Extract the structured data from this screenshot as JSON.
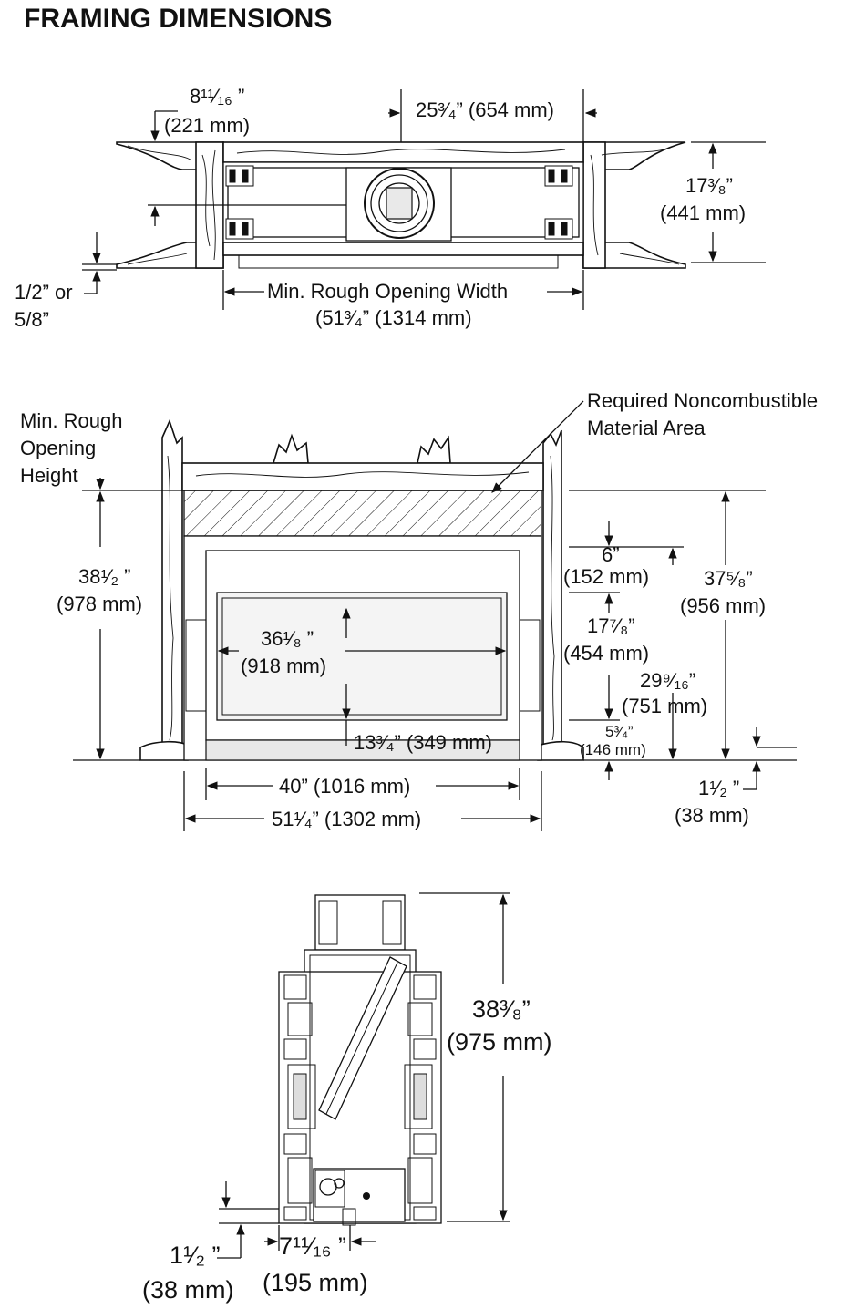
{
  "title": "FRAMING DIMENSIONS",
  "top_view": {
    "dim_side_offset": [
      "8¹¹⁄₁₆ ”",
      "(221 mm)"
    ],
    "dim_vent_center": "25³⁄₄” (654 mm)",
    "dim_depth": [
      "17³⁄₈”",
      "(441 mm)"
    ],
    "dim_drywall": [
      "1/2” or",
      "5/8”"
    ],
    "dim_rough_width": [
      "Min. Rough Opening Width",
      "(51³⁄₄” (1314 mm)"
    ]
  },
  "front_view": {
    "label_rough_height": [
      "Min. Rough",
      "Opening",
      "Height"
    ],
    "label_noncombustible": [
      "Required Noncombustible",
      "Material Area"
    ],
    "dim_rough_height": [
      "38¹⁄₂ ”",
      "(978 mm)"
    ],
    "dim_glass_width": [
      "36¹⁄₈ ”",
      "(918 mm)"
    ],
    "dim_glass_height": "13³⁄₄” (349 mm)",
    "dim_top_gap": [
      "6”",
      "(152 mm)"
    ],
    "dim_17_7_8": [
      "17⁷⁄₈”",
      "(454 mm)"
    ],
    "dim_29_9_16": [
      "29⁹⁄₁₆”",
      "(751 mm)"
    ],
    "dim_5_3_4": [
      "5³⁄₄”",
      "(146 mm)"
    ],
    "dim_overall_height": [
      "37⁵⁄₈”",
      "(956 mm)"
    ],
    "dim_base": [
      "1¹⁄₂ ”",
      "(38 mm)"
    ],
    "dim_opening_width": "40” (1016 mm)",
    "dim_overall_width": "51¹⁄₄” (1302 mm)"
  },
  "side_view": {
    "dim_depth": [
      "38³⁄₈”",
      "(975 mm)"
    ],
    "dim_bottom_left": [
      "1¹⁄₂ ”",
      "(38 mm)"
    ],
    "dim_bottom_offset": [
      "7¹¹⁄₁₆ ”",
      "(195 mm)"
    ]
  }
}
